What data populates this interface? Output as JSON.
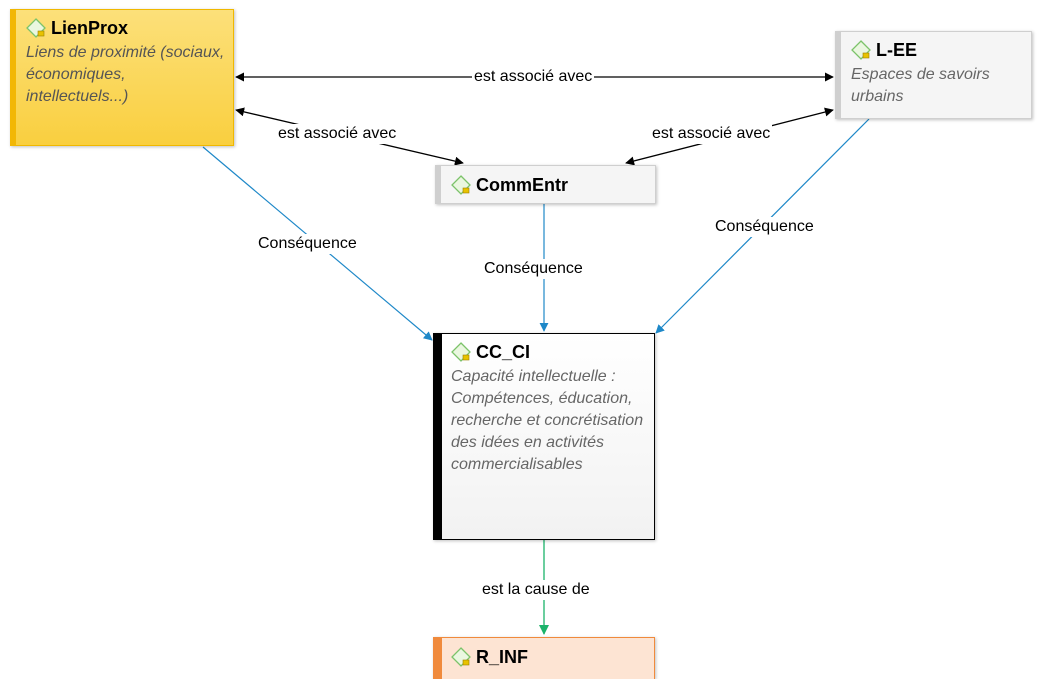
{
  "nodes": {
    "lienprox": {
      "title": "LienProx",
      "desc": "Liens de proximité (sociaux, économiques, intellectuels...)"
    },
    "lee": {
      "title": "L-EE",
      "desc": "Espaces de savoirs urbains"
    },
    "commentr": {
      "title": "CommEntr"
    },
    "ccci": {
      "title": "CC_CI",
      "desc": "Capacité intellectuelle : Compétences, éducation, recherche et concrétisation des idées en activités commercialisables"
    },
    "rinf": {
      "title": "R_INF"
    }
  },
  "edges": {
    "lienprox_lee": "est associé avec",
    "lienprox_commentr": "est associé avec",
    "lee_commentr": "est associé avec",
    "lienprox_ccci": "Conséquence",
    "commentr_ccci": "Conséquence",
    "lee_ccci": "Conséquence",
    "ccci_rinf": "est la cause de"
  },
  "colors": {
    "association": "#000000",
    "consequence": "#1e88c8",
    "cause": "#1bb36a",
    "lienprox_fill": "#fbd75b",
    "lienprox_border": "#f2b705",
    "rinf_fill": "#fde4d3",
    "rinf_border": "#f08a3c",
    "ccci_bar": "#000000"
  },
  "icon": "concept-diamond-icon"
}
